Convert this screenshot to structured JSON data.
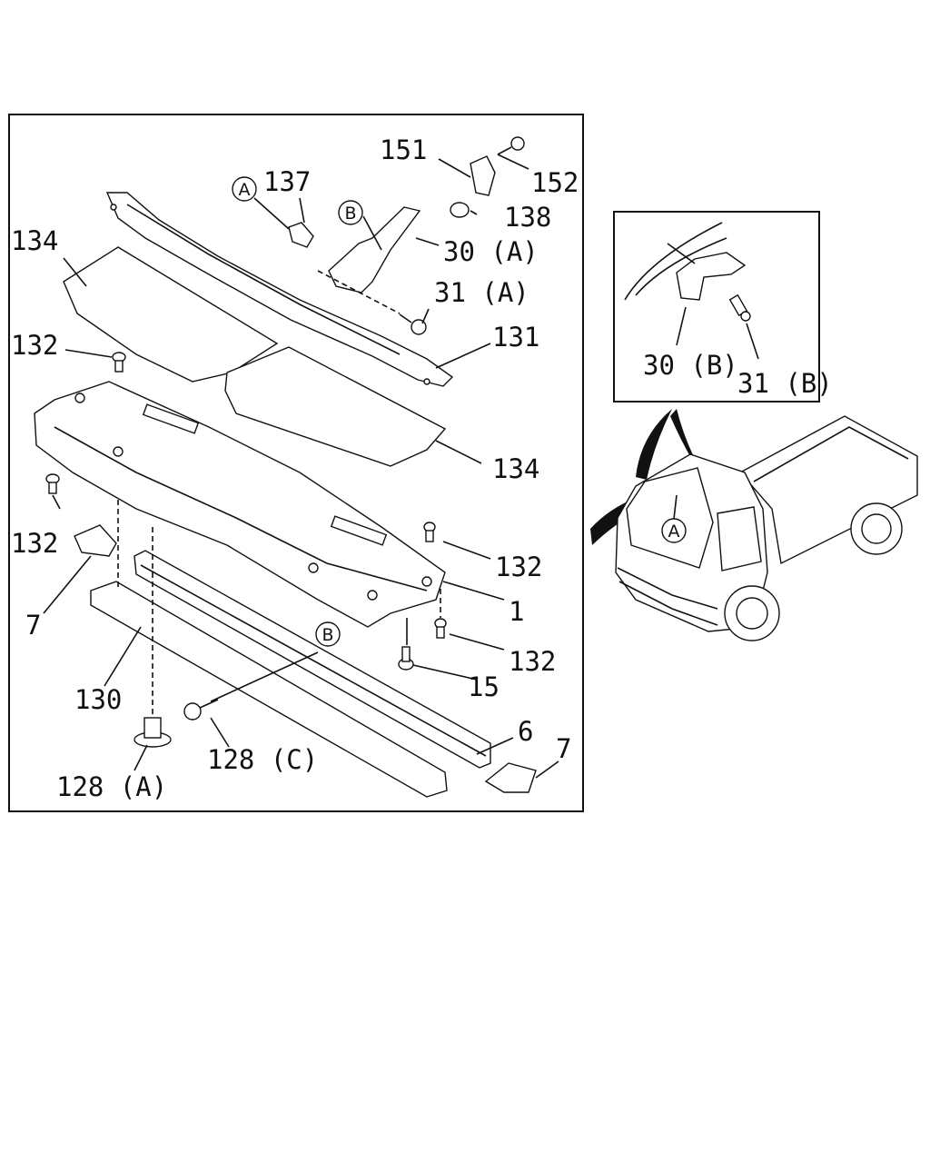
{
  "main_diagram": {
    "callouts": {
      "c151": "151",
      "c152": "152",
      "c137": "137",
      "c138": "138",
      "c30a": "30 (A)",
      "c31a": "31 (A)",
      "c134a": "134",
      "c131": "131",
      "c132a": "132",
      "c134b": "134",
      "c132b": "132",
      "c132c": "132",
      "c1": "1",
      "c7a": "7",
      "c132d": "132",
      "c15": "15",
      "c130": "130",
      "c6": "6",
      "c7b": "7",
      "c128c": "128 (C)",
      "c128a": "128 (A)"
    },
    "ref_markers": {
      "a": "A",
      "b1": "B",
      "b2": "B"
    }
  },
  "inset_diagram": {
    "callouts": {
      "c30b": "30 (B)",
      "c31b": "31 (B)"
    }
  },
  "vehicle_view": {
    "ref_marker": "A"
  }
}
